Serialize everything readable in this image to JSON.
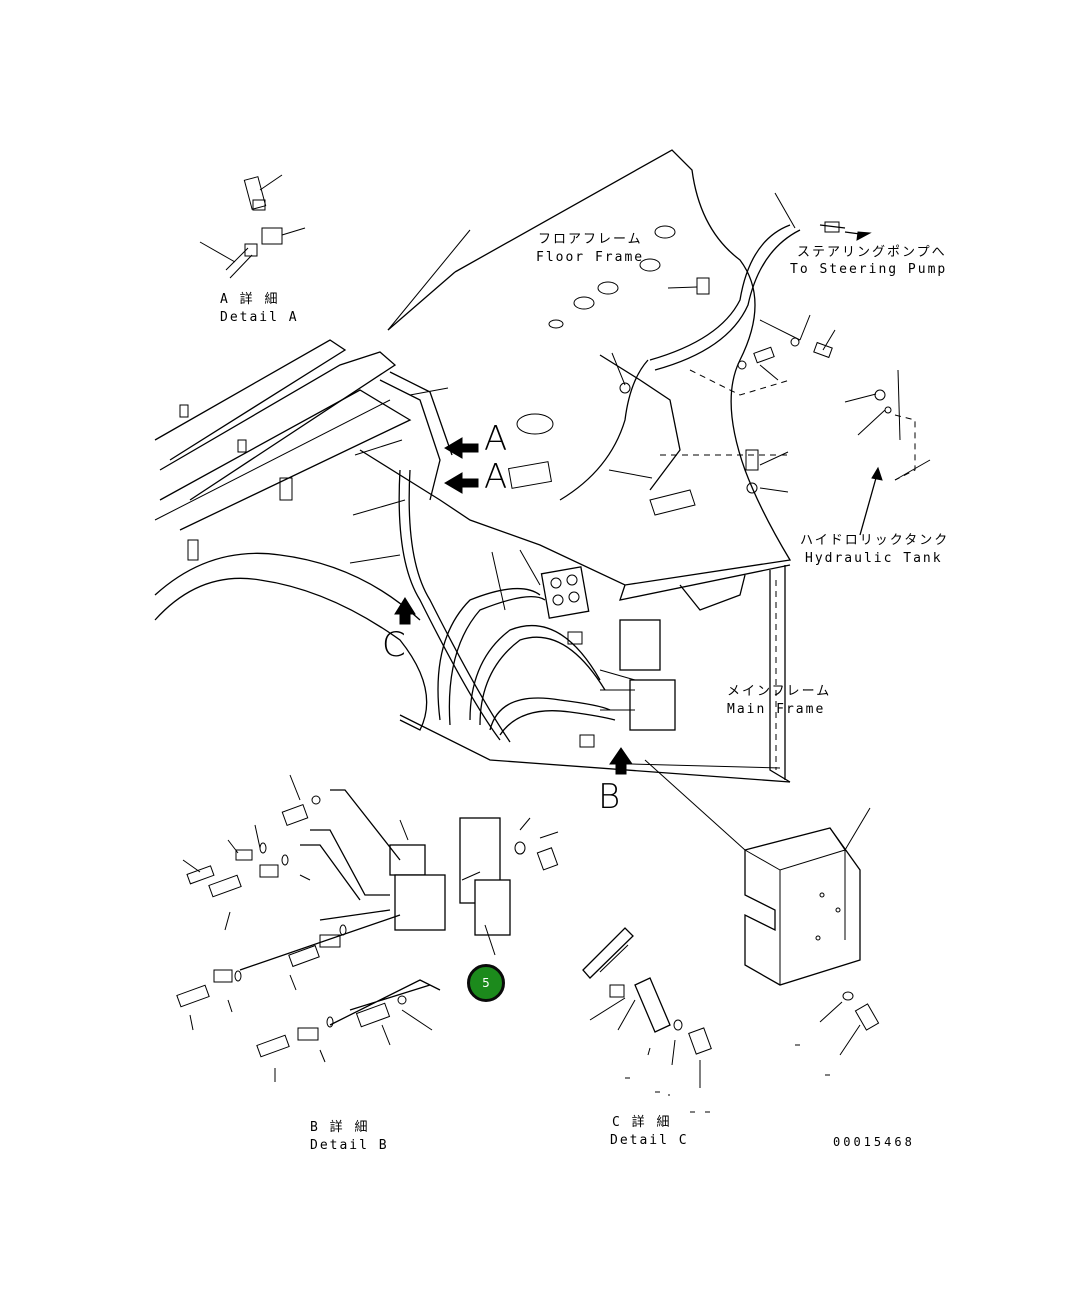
{
  "labels": {
    "floor_frame_jp": "フロアフレーム",
    "floor_frame_en": "Floor Frame",
    "steering_pump_jp": "ステアリングポンプへ",
    "steering_pump_en": "To Steering Pump",
    "hydraulic_tank_jp": "ハイドロリックタンク",
    "hydraulic_tank_en": "Hydraulic Tank",
    "main_frame_jp": "メインフレーム",
    "main_frame_en": "Main Frame",
    "detail_a_jp": "A 詳 細",
    "detail_a_en": "Detail A",
    "detail_b_jp": "B 詳 細",
    "detail_b_en": "Detail B",
    "detail_c_jp": "C 詳 細",
    "detail_c_en": "Detail C",
    "view_a_upper": "A",
    "view_a_lower": "A",
    "view_b": "B",
    "view_c": "C",
    "drawing_number": "00015468"
  },
  "callouts": [
    {
      "number": "5",
      "color": "#1c8a1c"
    }
  ]
}
